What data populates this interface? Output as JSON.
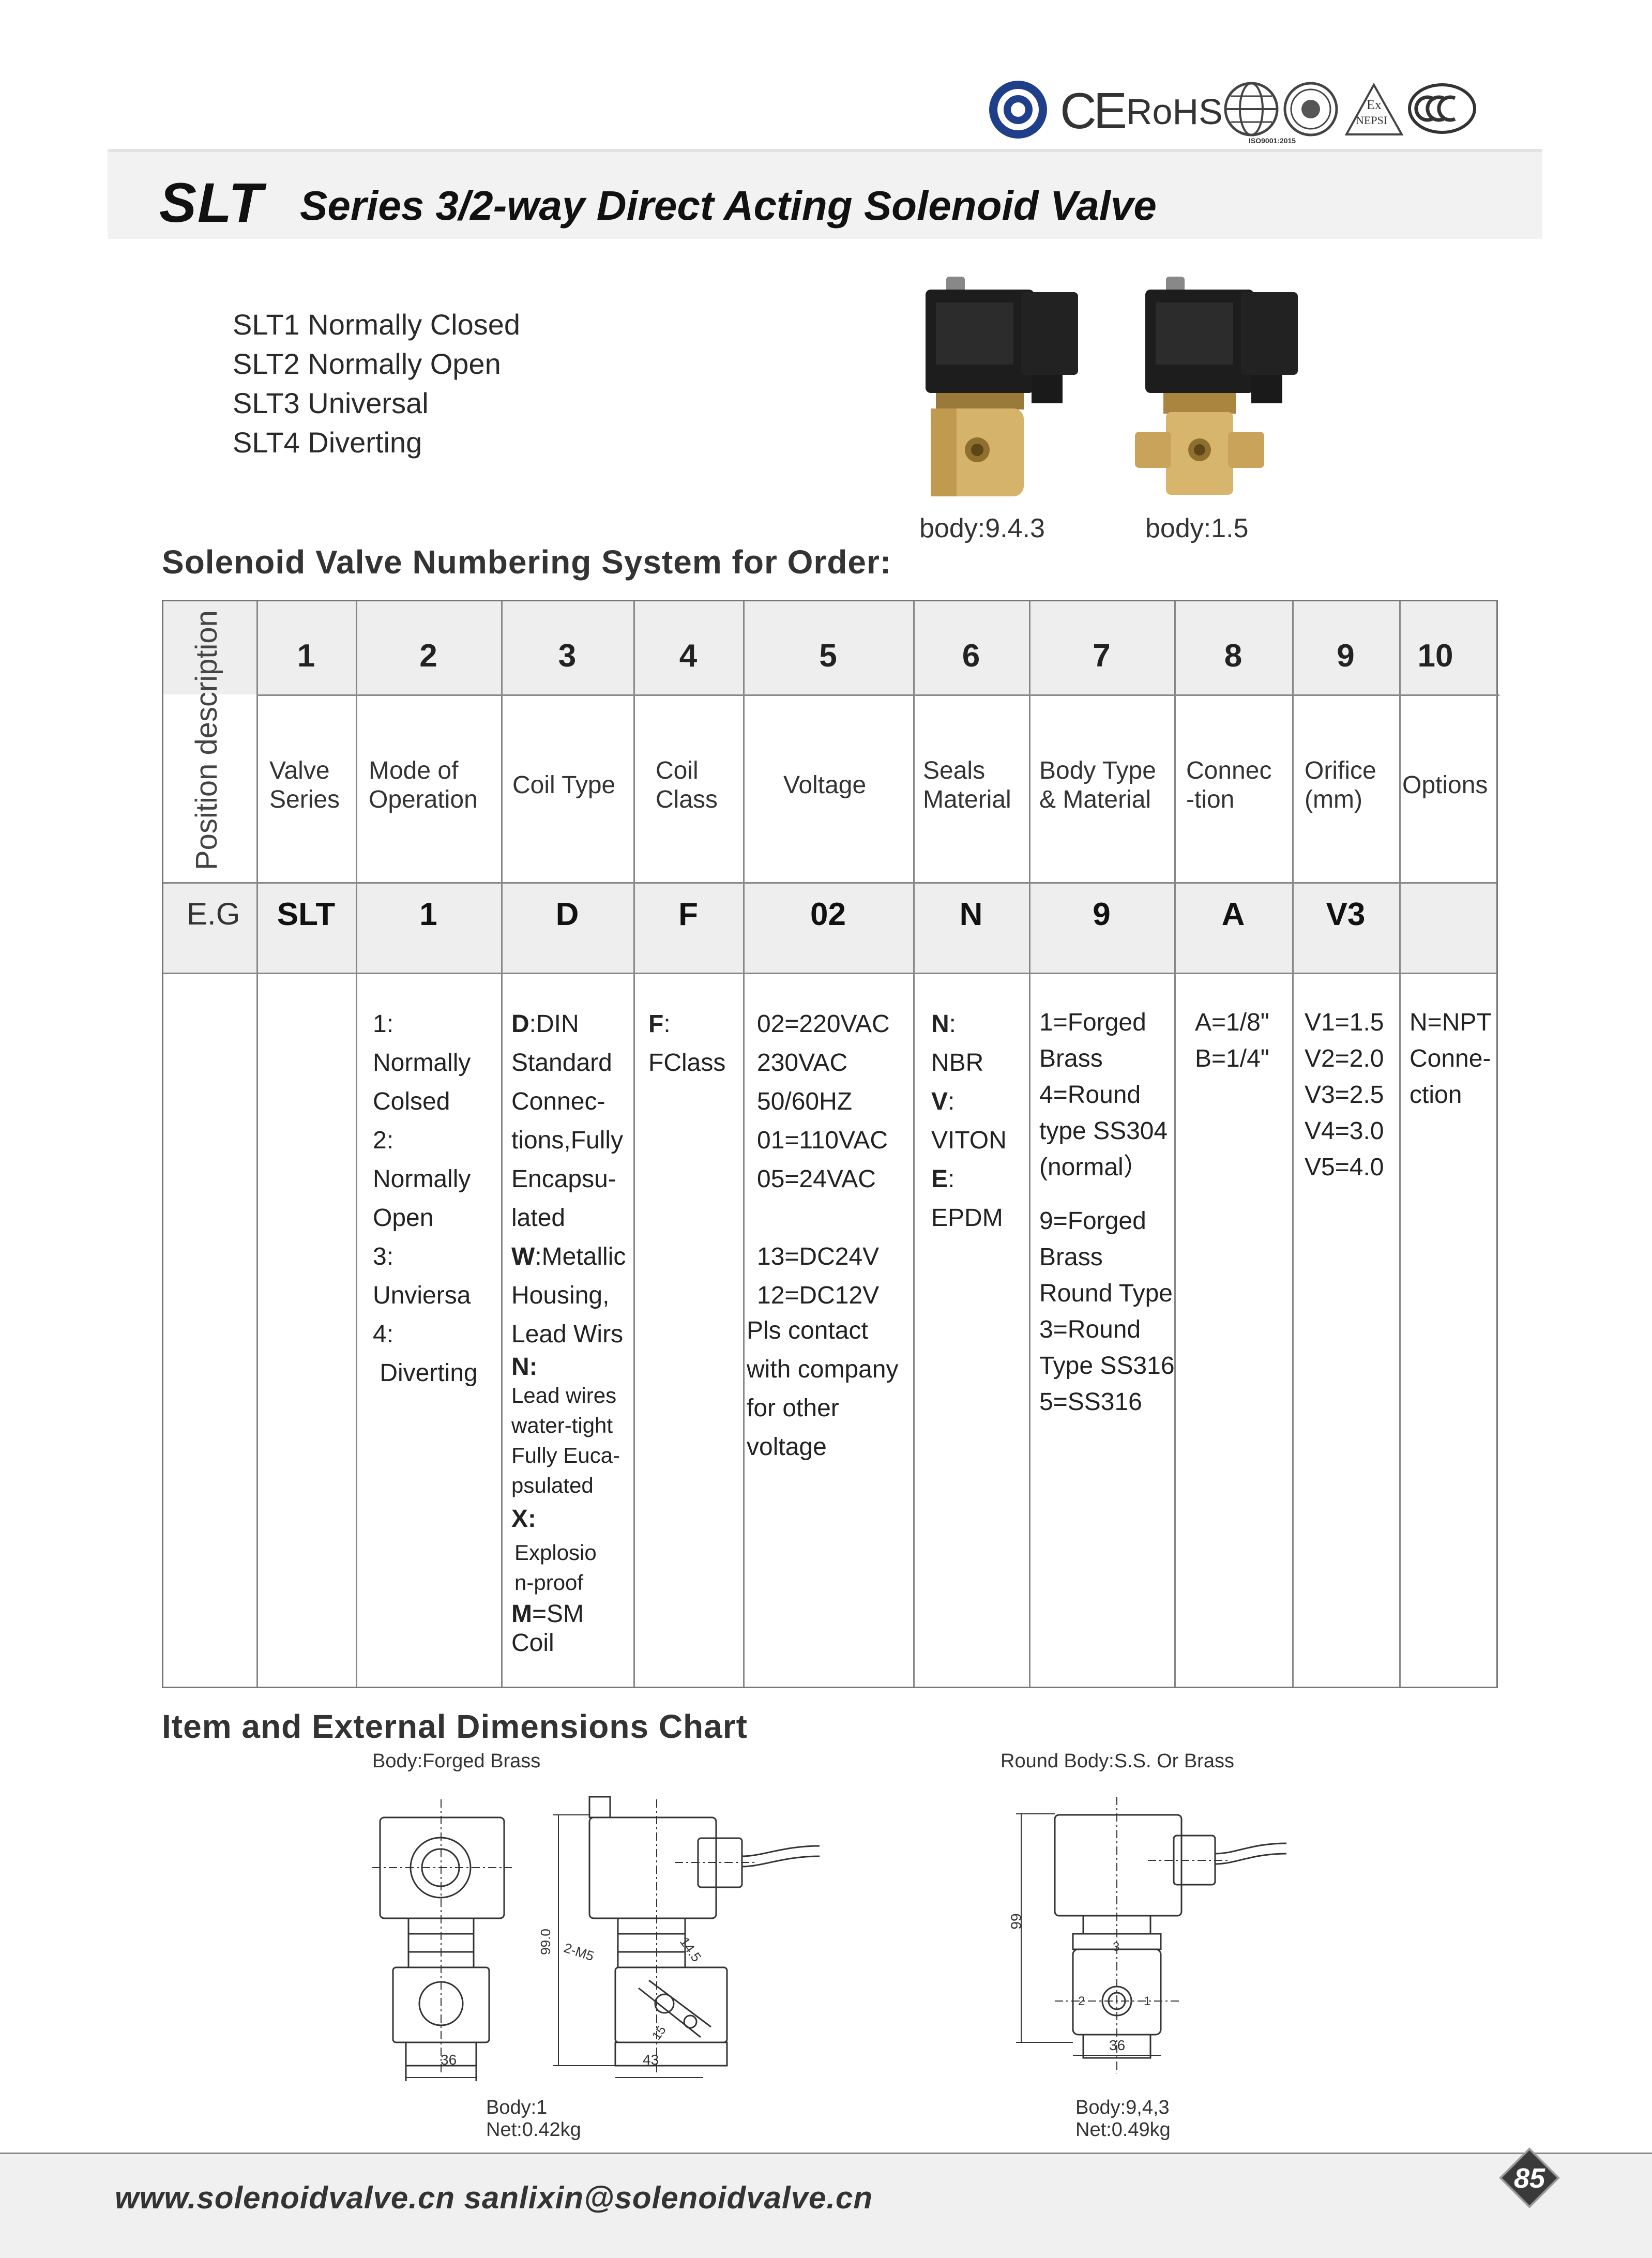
{
  "certifications": {
    "ce_label": "CE",
    "rohs_label": "RoHS",
    "ex_label_top": "Ex",
    "ex_label_bottom": "NEPSI",
    "iso_label": "ISO9001:2015"
  },
  "header": {
    "series_code": "SLT",
    "series_title": "Series 3/2-way Direct Acting Solenoid Valve"
  },
  "variants": [
    "SLT1 Normally Closed",
    "SLT2 Normally Open",
    "SLT3 Universal",
    "SLT4 Diverting"
  ],
  "products": [
    {
      "caption": "body:9.4.3"
    },
    {
      "caption": "body:1.5"
    }
  ],
  "ordering": {
    "heading": "Solenoid Valve Numbering System for Order:",
    "row_label": "Position description",
    "eg_label": "E.G",
    "columns": [
      {
        "num": "1",
        "label": "Valve\nSeries",
        "eg": "SLT"
      },
      {
        "num": "2",
        "label": "Mode of\nOperation",
        "eg": "1"
      },
      {
        "num": "3",
        "label": "Coil Type",
        "eg": "D"
      },
      {
        "num": "4",
        "label": "Coil\nClass",
        "eg": "F"
      },
      {
        "num": "5",
        "label": "Voltage",
        "eg": "02"
      },
      {
        "num": "6",
        "label": "Seals\nMaterial",
        "eg": "N"
      },
      {
        "num": "7",
        "label": "Body Type\n& Material",
        "eg": "9"
      },
      {
        "num": "8",
        "label": "Connec\n-tion",
        "eg": "A"
      },
      {
        "num": "9",
        "label": "Orifice\n(mm)",
        "eg": "V3"
      },
      {
        "num": "10",
        "label": "Options",
        "eg": ""
      }
    ],
    "options": {
      "mode": [
        "1:",
        "Normally",
        "Colsed",
        "2:",
        "Normally",
        "Open",
        "3:",
        "Unviersa",
        "4:",
        " Diverting"
      ],
      "coil_type": {
        "d_code": "D",
        "d_text": ":DIN",
        "d_lines": [
          "Standard",
          "Connec-",
          "tions,Fully",
          "Encapsu-",
          "lated"
        ],
        "w_code": "W",
        "w_text": ":Metallic",
        "w_lines": [
          "Housing,",
          "Lead Wirs"
        ],
        "n_code": "N:",
        "n_lines": [
          "Lead wires",
          "water-tight",
          "Fully Euca-",
          "psulated"
        ],
        "x_code": "X:",
        "x_lines": [
          "Explosio",
          "n-proof"
        ],
        "m_code": "M",
        "m_text": "=SM",
        "m_line": "Coil"
      },
      "coil_class": {
        "code": "F",
        "sep": ":",
        "line": "FClass"
      },
      "voltage": [
        "02=220VAC",
        "230VAC",
        "50/60HZ",
        "01=110VAC",
        "05=24VAC",
        "",
        "13=DC24V",
        "12=DC12V"
      ],
      "voltage_note": [
        "Pls contact",
        "with company",
        "for other",
        "voltage"
      ],
      "seals": [
        {
          "code": "N",
          "sep": ":",
          "name": "NBR"
        },
        {
          "code": "V",
          "sep": ":",
          "name": "VITON"
        },
        {
          "code": "E",
          "sep": ":",
          "name": "EPDM"
        }
      ],
      "body": [
        "1=Forged",
        "Brass",
        "4=Round",
        "type SS304",
        "(normal）"
      ],
      "body2": [
        "9=Forged",
        "Brass",
        "Round Type",
        "3=Round",
        "Type SS316",
        "5=SS316"
      ],
      "connection": [
        "A=1/8\"",
        "B=1/4\""
      ],
      "orifice": [
        "V1=1.5",
        "V2=2.0",
        "V3=2.5",
        "V4=3.0",
        "V5=4.0"
      ],
      "options": [
        "N=NPT",
        "Conne-",
        "ction"
      ]
    }
  },
  "dimensions": {
    "heading": "Item and External Dimensions Chart",
    "left": {
      "title": "Body:Forged Brass",
      "dim_width_front": "36",
      "dim_width_side": "43",
      "dim_height": "99.0",
      "dim_port": "2-M5",
      "dim_a": "14.5",
      "dim_b": "15",
      "body_label": "Body:1",
      "net_label": "Net:0.42kg"
    },
    "right": {
      "title": "Round Body:S.S.  Or Brass",
      "dim_height": "99",
      "dim_width": "36",
      "port_1": "1",
      "port_2": "2",
      "port_3": "3",
      "body_label": "Body:9,4,3",
      "net_label": "Net:0.49kg"
    }
  },
  "footer": {
    "contact": "www.solenoidvalve.cn  sanlixin@solenoidvalve.cn",
    "page_number": "85"
  }
}
